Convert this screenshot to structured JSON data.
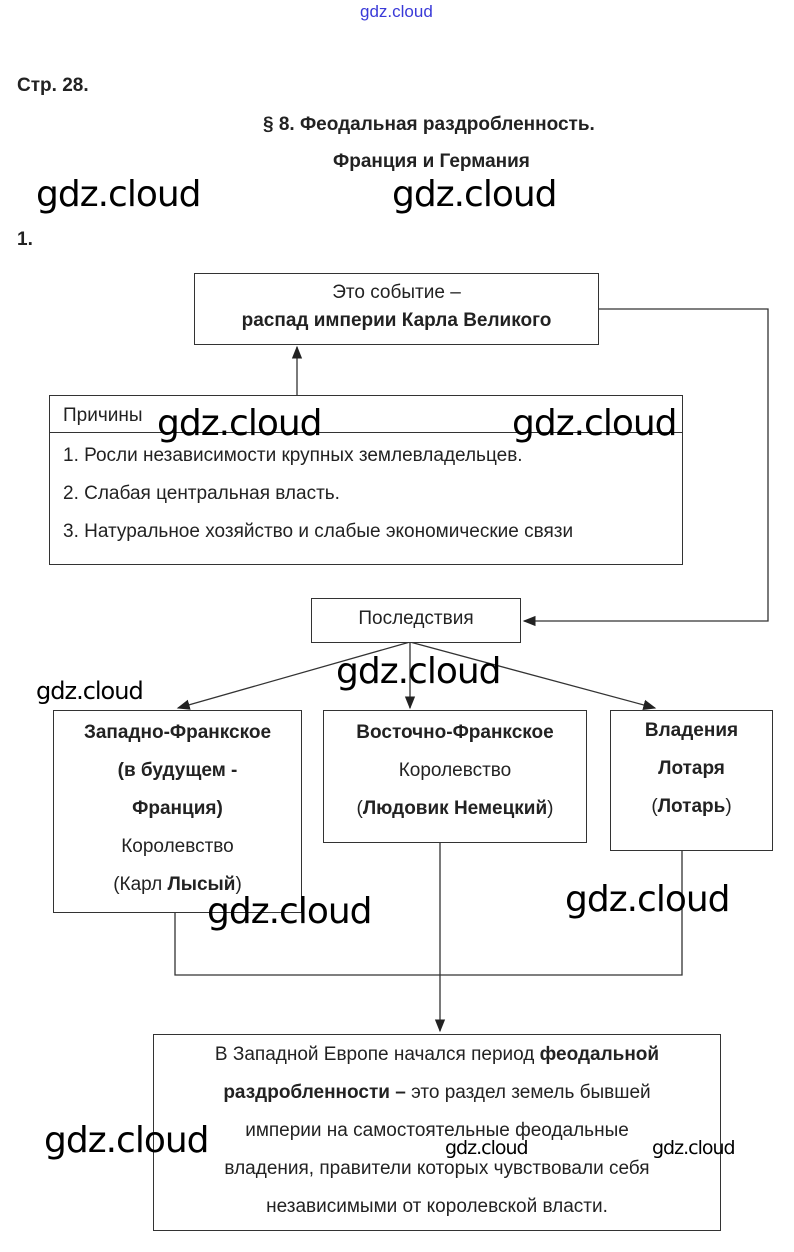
{
  "header": {
    "top_watermark": "gdz.cloud",
    "page_ref": "Стр. 28.",
    "title_line1": "§ 8. Феодальная раздробленность.",
    "title_line2": "Франция и Германия",
    "task_number": "1."
  },
  "event_box": {
    "line1": "Это событие –",
    "line2": "распад империи Карла Великого"
  },
  "causes": {
    "heading": "Причины",
    "items": [
      "1. Росли независимости крупных землевладельцев.",
      "2. Слабая центральная власть.",
      "3. Натуральное хозяйство и слабые экономические связи"
    ]
  },
  "consequences": {
    "label": "Последствия"
  },
  "kingdoms": [
    {
      "l1": "Западно-Франкское",
      "l2": "(в будущем -",
      "l3": "Франция)",
      "l4": "Королевство",
      "l5a": "(Карл ",
      "l5b": "Лысый",
      "l5c": ")"
    },
    {
      "l1": "Восточно-Франкское",
      "l2": "Королевство",
      "l3a": "(",
      "l3b": "Людовик Немецкий",
      "l3c": ")"
    },
    {
      "l1": "Владения",
      "l2": "Лотаря",
      "l3a": "(",
      "l3b": "Лотарь",
      "l3c": ")"
    }
  ],
  "conclusion": {
    "p1": "В Западной Европе начался период ",
    "p1b": "феодальной",
    "p2b": "раздробленности –",
    "p2": " это раздел земель бывшей",
    "p3": "империи на самостоятельные феодальные",
    "p4": "владения, правители которых чувствовали себя",
    "p5": "независимыми от королевской власти."
  },
  "watermarks": [
    "gdz.cloud",
    "gdz.cloud",
    "gdz.cloud",
    "gdz.cloud",
    "gdz.cloud",
    "gdz.cloud",
    "gdz.cloud",
    "gdz.cloud",
    "gdz.cloud",
    "gdz.cloud",
    "gdz.cloud"
  ]
}
